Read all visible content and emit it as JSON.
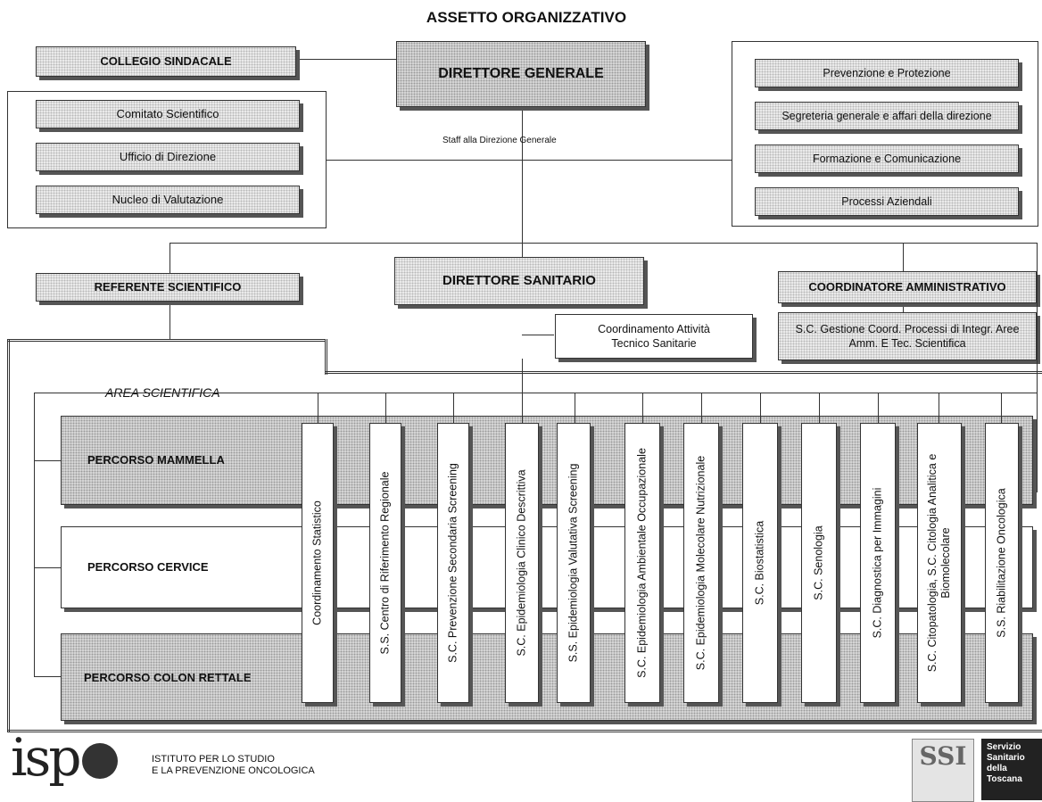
{
  "title": "ASSETTO ORGANIZZATIVO",
  "collegio": "COLLEGIO SINDACALE",
  "direttore_generale": "DIRETTORE GENERALE",
  "staff_label": "Staff alla Direzione Generale",
  "left_staff": [
    "Comitato Scientifico",
    "Ufficio  di Direzione",
    "Nucleo di Valutazione"
  ],
  "right_staff": [
    "Prevenzione e Protezione",
    "Segreteria generale e affari della direzione",
    "Formazione e Comunicazione",
    "Processi Aziendali"
  ],
  "referente": "REFERENTE SCIENTIFICO",
  "direttore_sanitario": "DIRETTORE SANITARIO",
  "coordinatore": "COORDINATORE  AMMINISTRATIVO",
  "coord_attivita": "Coordinamento Attività Tecnico Sanitarie",
  "sc_gestione": "S.C. Gestione Coord. Processi di Integr. Aree Amm. E Tec. Scientifica",
  "area": "AREA SCIENTIFICA",
  "percorsi": [
    "PERCORSO MAMMELLA",
    "PERCORSO CERVICE",
    "PERCORSO COLON RETTALE"
  ],
  "units": [
    "Coordinamento Statistico",
    "S.S. Centro di Riferimento Regionale",
    "S.C. Prevenzione Secondaria Screening",
    "S.C. Epidemiologia Clinico Descrittiva",
    "S.S. Epidemiologia Valutativa Screening",
    "S.C. Epidemiologia Ambientale Occupazionale",
    "S.C. Epidemiologia Molecolare Nutrizionale",
    "S.C. Biostatistica",
    "S.C. Senologia",
    "S.C. Diagnostica per Immagini",
    "S.C. Citopatologia, S.C. Citologia Analitica e Biomolecolare",
    "S.S. Riabilitazione Oncologica"
  ],
  "logo_isp": "isp",
  "isp_line1": "ISTITUTO PER LO STUDIO",
  "isp_line2": "E LA PREVENZIONE ONCOLOGICA",
  "ssi_logo": "SSI",
  "ssi_lines": [
    "Servizio",
    "Sanitario",
    "della",
    "Toscana"
  ]
}
